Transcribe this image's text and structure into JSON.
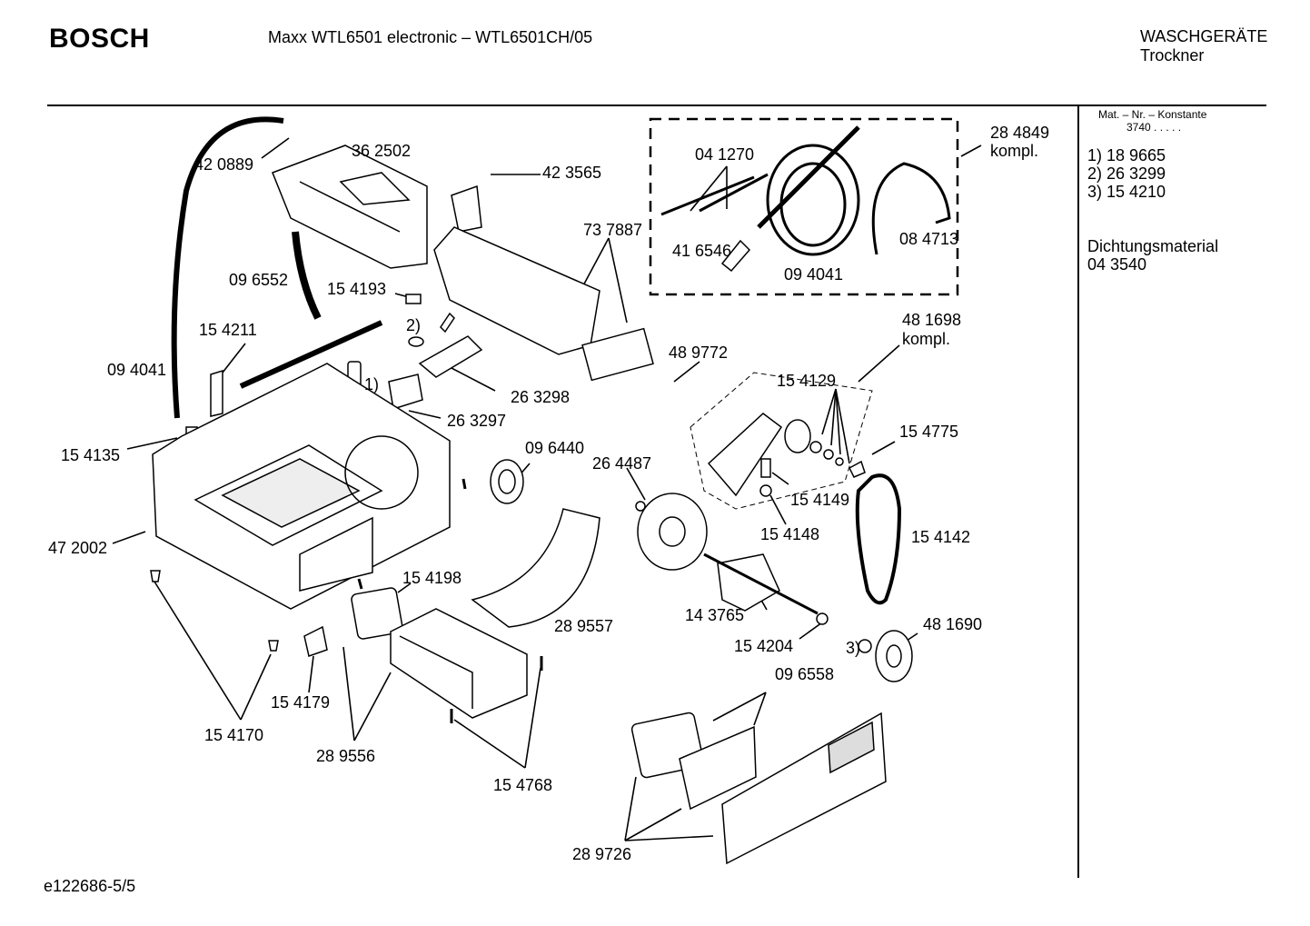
{
  "header": {
    "brand": "BOSCH",
    "title": "Maxx WTL6501 electronic –  WTL6501CH/05",
    "category_line1": "WASCHGERÄTE",
    "category_line2": "Trockner"
  },
  "sidebar": {
    "constant_heading": "Mat. – Nr. – Konstante",
    "constant_value": "3740 . . . . .",
    "notes": [
      "1) 18 9665",
      "2) 26 3299",
      "3) 15 4210"
    ],
    "sealing_label": "Dichtungsmaterial",
    "sealing_number": "04 3540"
  },
  "labels": {
    "p420889": "42 0889",
    "p362502": "36 2502",
    "p423565": "42 3565",
    "p041270": "04 1270",
    "p284849": "28 4849",
    "kompl1": "kompl.",
    "p737887": "73 7887",
    "p416546": "41 6546",
    "p084713": "08 4713",
    "p094041a": "09 4041",
    "p096552": "09 6552",
    "p154193": "15 4193",
    "n2": "2)",
    "p154211": "15 4211",
    "p094041b": "09 4041",
    "n1": "1)",
    "p263298": "26 3298",
    "p263297": "26 3297",
    "p481698": "48 1698",
    "kompl2": "kompl.",
    "p489772": "48 9772",
    "p154129": "15 4129",
    "p154775": "15 4775",
    "p154135": "15 4135",
    "p096440": "09 6440",
    "p264487": "26 4487",
    "p154149": "15 4149",
    "p154148": "15 4148",
    "p154142": "15 4142",
    "p472002": "47 2002",
    "p154198": "15 4198",
    "p143765": "14 3765",
    "p289557": "28 9557",
    "p481690": "48 1690",
    "p154204": "15 4204",
    "n3": "3)",
    "p096558": "09 6558",
    "p154179": "15 4179",
    "p154170": "15 4170",
    "p289556": "28 9556",
    "p154768": "15 4768",
    "p289726": "28 9726"
  },
  "footer": {
    "code": "e122686-5/5"
  }
}
